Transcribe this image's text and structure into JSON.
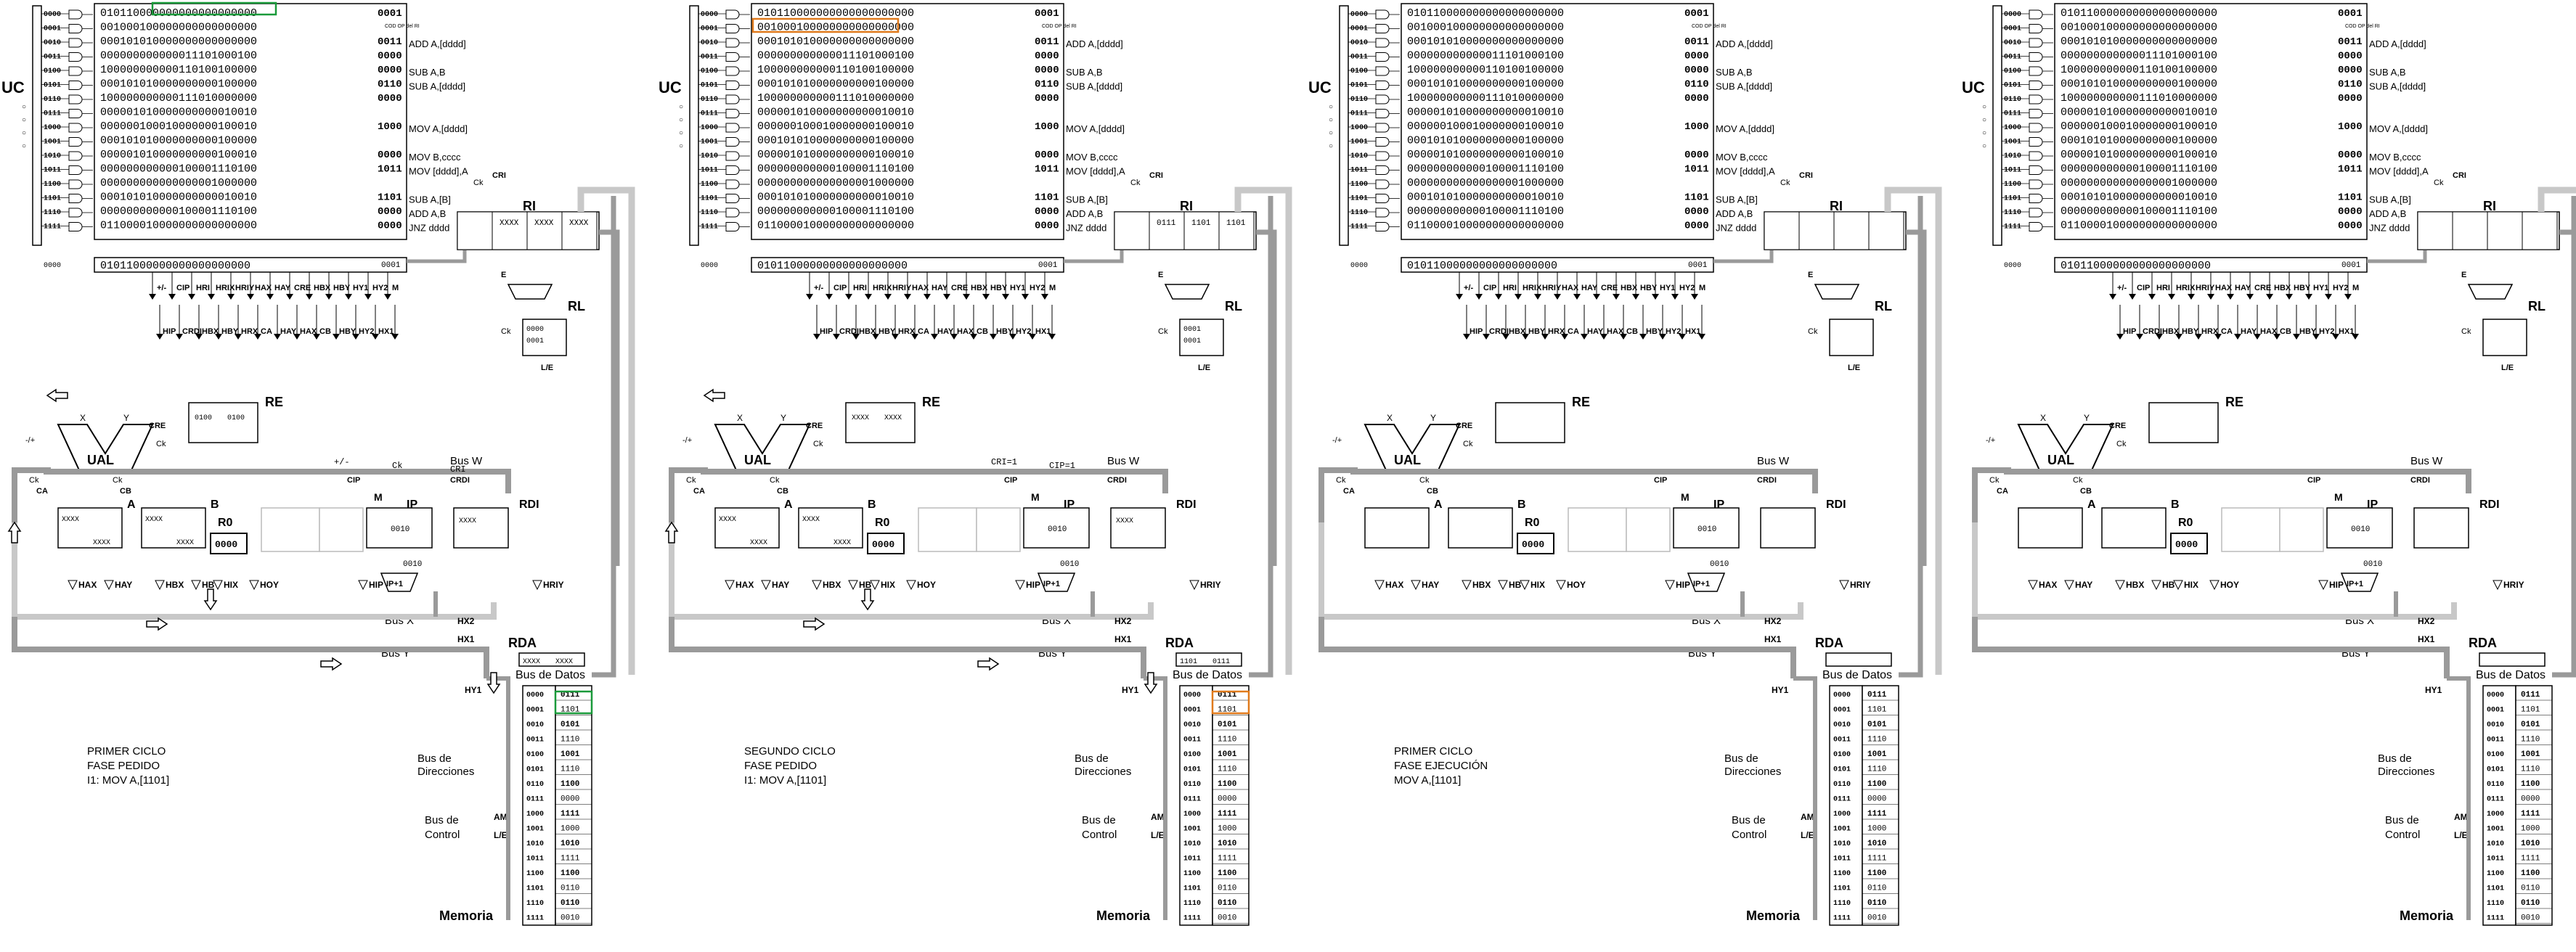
{
  "uc": {
    "label": "UC",
    "addresses": [
      "0000",
      "0001",
      "0010",
      "0011",
      "0100",
      "0101",
      "0110",
      "0111",
      "1000",
      "1001",
      "1010",
      "1011",
      "1100",
      "1101",
      "1110",
      "1111"
    ],
    "microcode": [
      "010110000000000000000000",
      "001000100000000000000000",
      "000101010000000000000000",
      "000000000000011101000100",
      "100000000000110100100000",
      "000101010000000000100000",
      "100000000000111010000000",
      "000001010000000000010010",
      "000000100010000000100010",
      "000101010000000000100000",
      "000001010000000000100010",
      "000000000000100001110100",
      "000000000000000001000000",
      "000101010000000000010010",
      "000000000000100001110100",
      "011000010000000000000000"
    ],
    "opcodes": [
      "0001",
      "",
      "0011",
      "0000",
      "0000",
      "0110",
      "0000",
      "",
      "1000",
      "",
      "0000",
      "1011",
      "",
      "1101",
      "0000",
      "0000"
    ],
    "opcode_header": "COD OP del RI",
    "mnemonics": [
      "",
      "",
      "ADD A,[dddd]",
      "",
      "SUB A,B",
      "SUB A,[dddd]",
      "",
      "",
      "MOV A,[dddd]",
      "",
      "MOV B,cccc",
      "MOV [dddd],A",
      "",
      "SUB A,[B]",
      "ADD A,B",
      "JNZ dddd"
    ],
    "bottom_word": "01011000000000000000000",
    "bottom_left": "0000",
    "bottom_right": "0001",
    "signals_top": [
      "+/-",
      "CIP",
      "HRI",
      "HRIX",
      "HRIY",
      "HAX",
      "HAY",
      "CRE",
      "HBX",
      "HBY",
      "HY1",
      "HY2",
      "M"
    ],
    "signals_bottom": [
      "HIP",
      "CRDI",
      "HBX",
      "HBY",
      "HRX",
      "CA",
      "HAY",
      "HAX",
      "CB",
      "HBY",
      "HY2",
      "HX1"
    ]
  },
  "registers": {
    "ri": "RI",
    "rl": "RL",
    "re": "RE",
    "ual": "UAL",
    "a": "A",
    "b": "B",
    "r0": "R0",
    "ip": "IP",
    "m": "M",
    "rdi": "RDI",
    "rda": "RDA",
    "r0_value": "0000",
    "ip_value": "0010",
    "ip_inc": "IP+1"
  },
  "buses": {
    "w": "Bus W",
    "x": "Bus X",
    "y": "Bus Y",
    "datos": "Bus de Datos",
    "direcciones": "Bus de Direcciones",
    "control": "Bus de Control"
  },
  "memory": {
    "label": "Memoria",
    "addresses": [
      "0000",
      "0001",
      "0010",
      "0011",
      "0100",
      "0101",
      "0110",
      "0111",
      "1000",
      "1001",
      "1010",
      "1011",
      "1100",
      "1101",
      "1110",
      "1111"
    ],
    "contents": [
      "0111",
      "1101",
      "0101",
      "1110",
      "1001",
      "1110",
      "1100",
      "0000",
      "1111",
      "1000",
      "1010",
      "1111",
      "1100",
      "0110",
      "0110",
      "0010"
    ]
  },
  "panels": [
    {
      "caption": [
        "PRIMER CICLO",
        "FASE PEDIDO",
        "I1: MOV A,[1101]"
      ],
      "ri_nibbles": [
        "XXXX",
        "XXXX",
        "XXXX"
      ],
      "rl": [
        "0000",
        "0001"
      ],
      "re": [
        "0100",
        "0100"
      ],
      "rda": [
        "XXXX",
        "XXXX"
      ],
      "reg_a": "XXXX",
      "reg_b": "XXXX",
      "rdi": "XXXX",
      "ctrl": [
        "+/-",
        "Ck",
        "CRI"
      ],
      "highlight": "green"
    },
    {
      "caption": [
        "SEGUNDO CICLO",
        "FASE PEDIDO",
        "I1: MOV A,[1101]"
      ],
      "ri_nibbles": [
        "0111",
        "1101",
        "1101"
      ],
      "rl": [
        "0001",
        "0001"
      ],
      "re": [
        "XXXX",
        "XXXX"
      ],
      "rda": [
        "1101",
        "0111"
      ],
      "reg_a": "XXXX",
      "reg_b": "XXXX",
      "rdi": "XXXX",
      "ctrl": [
        "CRI=1",
        "CIP=1"
      ],
      "highlight": "orange"
    },
    {
      "caption": [
        "PRIMER CICLO",
        "FASE EJECUCIÓN",
        "MOV A,[1101]"
      ],
      "ri_nibbles": [
        "",
        "",
        ""
      ],
      "rl": [
        "",
        ""
      ],
      "re": [
        "",
        ""
      ],
      "rda": [
        "",
        ""
      ],
      "reg_a": "",
      "reg_b": "",
      "rdi": "",
      "ctrl": [],
      "highlight": "none"
    },
    {
      "caption": [
        "",
        "",
        ""
      ],
      "ri_nibbles": [
        "",
        "",
        ""
      ],
      "rl": [
        "",
        ""
      ],
      "re": [
        "",
        ""
      ],
      "rda": [
        "",
        ""
      ],
      "reg_a": "",
      "reg_b": "",
      "rdi": "",
      "ctrl": [],
      "highlight": "none"
    }
  ]
}
